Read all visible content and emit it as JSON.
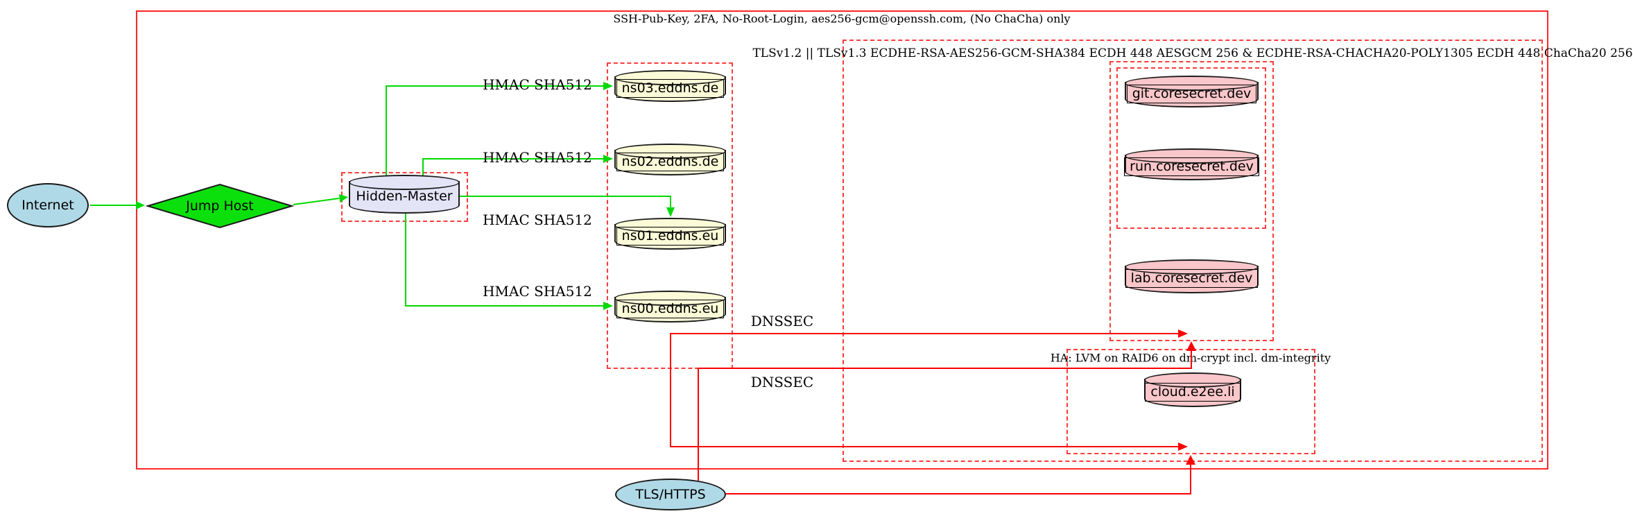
{
  "diagram": {
    "clusters": {
      "ssh_label": "SSH-Pub-Key, 2FA, No-Root-Login, aes256-gcm@openssh.com, (No ChaCha) only",
      "tls_label": "TLSv1.2 || TLSv1.3 ECDHE-RSA-AES256-GCM-SHA384 ECDH 448 AESGCM 256 & ECDHE-RSA-CHACHA20-POLY1305 ECDH 448 ChaCha20 256",
      "ha_label": "HA: LVM on RAID6 on dm-crypt incl. dm-integrity"
    },
    "nodes": {
      "internet": "Internet",
      "jump_host": "Jump Host",
      "hidden_master": "Hidden-Master",
      "ns03": "ns03.eddns.de",
      "ns02": "ns02.eddns.de",
      "ns01": "ns01.eddns.eu",
      "ns00": "ns00.eddns.eu",
      "git": "git.coresecret.dev",
      "run": "run.coresecret.dev",
      "lab": "lab.coresecret.dev",
      "cloud": "cloud.e2ee.li",
      "tls_https": "TLS/HTTPS"
    },
    "edge_labels": {
      "hmac_ns03": "HMAC SHA512",
      "hmac_ns02": "HMAC SHA512",
      "hmac_ns01": "HMAC SHA512",
      "hmac_ns00": "HMAC SHA512",
      "dnssec_1": "DNSSEC",
      "dnssec_2": "DNSSEC"
    },
    "colors": {
      "edge_green": "#00d900",
      "edge_red": "#ff0000",
      "cluster_dashed_red": "#ff3b3b",
      "cluster_solid_red": "#ff2626",
      "fill_lightyellow": "#fbfbd8",
      "fill_pink": "#f9c6c9",
      "fill_lavender": "#e4e4f7",
      "fill_lightblue": "#b0d9e7",
      "fill_green": "#0ce00c"
    }
  }
}
